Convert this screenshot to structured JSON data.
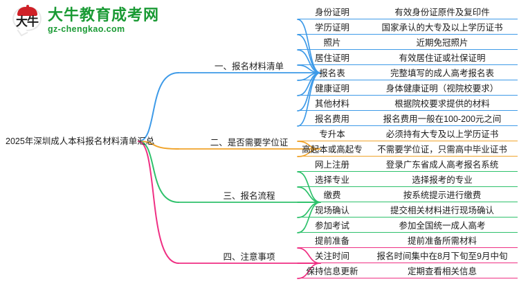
{
  "watermark": {
    "logo_glyph": "大牛",
    "brand_title": "大牛教育成考网",
    "brand_url": "gz-chengkao.com",
    "brand_color": "#1a9a34",
    "cap_color": "#cf2027"
  },
  "mindmap": {
    "root": "2025年深圳成人本科报名材料清单汇总",
    "branches": [
      {
        "label": "一、报名材料清单",
        "color": "#3d9ae8",
        "items": [
          {
            "key": "身份证明",
            "value": "有效身份证原件及复印件"
          },
          {
            "key": "学历证明",
            "value": "国家承认的大专及以上学历证书"
          },
          {
            "key": "照片",
            "value": "近期免冠照片"
          },
          {
            "key": "居住证明",
            "value": "有效居住证或社保证明"
          },
          {
            "key": "报名表",
            "value": "完整填写的成人高考报名表"
          },
          {
            "key": "健康证明",
            "value": "身体健康证明（视院校要求）"
          },
          {
            "key": "其他材料",
            "value": "根据院校要求提供的材料"
          },
          {
            "key": "报名费用",
            "value": "报名费用一般在100-200元之间"
          }
        ]
      },
      {
        "label": "二、是否需要学位证",
        "color": "#f0a32a",
        "items": [
          {
            "key": "专升本",
            "value": "必须持有大专及以上学历证书"
          },
          {
            "key": "高起本或高起专",
            "value": "不需要学位证，只需高中毕业证书"
          }
        ]
      },
      {
        "label": "三、报名流程",
        "color": "#2ec16b",
        "items": [
          {
            "key": "网上注册",
            "value": "登录广东省成人高考报名系统"
          },
          {
            "key": "选择专业",
            "value": "选择报考的专业"
          },
          {
            "key": "缴费",
            "value": "按系统提示进行缴费"
          },
          {
            "key": "现场确认",
            "value": "提交相关材料进行现场确认"
          },
          {
            "key": "参加考试",
            "value": "参加全国统一成人高考"
          }
        ]
      },
      {
        "label": "四、注意事项",
        "color": "#ef2f83",
        "items": [
          {
            "key": "提前准备",
            "value": "提前准备所需材料"
          },
          {
            "key": "关注时间",
            "value": "报名时间集中在8月下旬至9月中旬"
          },
          {
            "key": "保持信息更新",
            "value": "定期查看相关信息"
          }
        ]
      }
    ]
  }
}
